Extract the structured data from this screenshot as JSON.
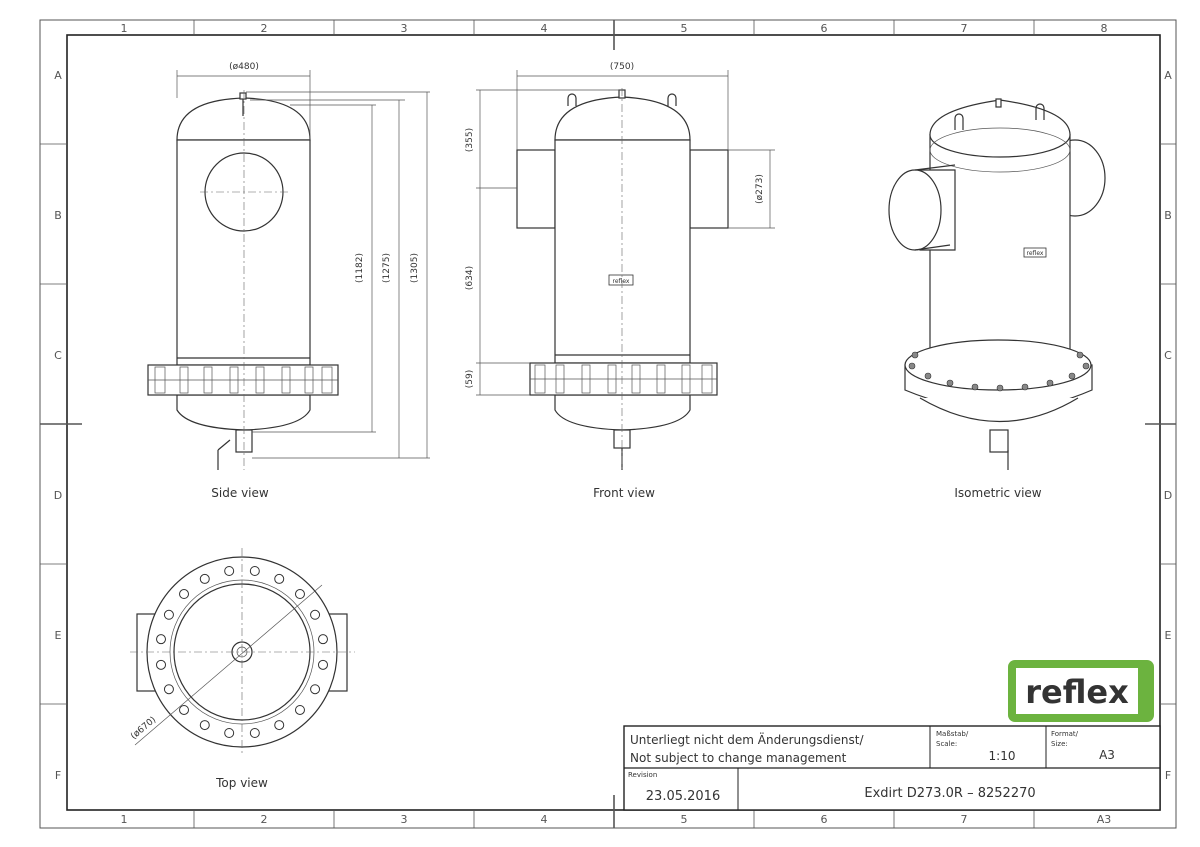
{
  "grid": {
    "columns": [
      "1",
      "2",
      "3",
      "4",
      "5",
      "6",
      "7",
      "8"
    ],
    "bottom_columns": [
      "1",
      "2",
      "3",
      "4",
      "5",
      "6",
      "7",
      "A3"
    ],
    "rows": [
      "A",
      "B",
      "C",
      "D",
      "E",
      "F"
    ]
  },
  "views": {
    "side": {
      "label": "Side view",
      "dims": {
        "diameter": "(ø480)",
        "h1": "(1182)",
        "h2": "(1275)",
        "h3": "(1305)"
      }
    },
    "front": {
      "label": "Front view",
      "dims": {
        "width": "(750)",
        "top": "(355)",
        "mid": "(634)",
        "flange": "(59)",
        "nozzle": "(ø273)"
      },
      "badge": "reflex"
    },
    "isometric": {
      "label": "Isometric view",
      "badge": "reflex"
    },
    "top": {
      "label": "Top view",
      "dims": {
        "diameter": "(ø670)"
      }
    }
  },
  "logo": {
    "text": "reflex",
    "color": "#6cb33f"
  },
  "title_block": {
    "note_line1": "Unterliegt nicht dem Änderungsdienst/",
    "note_line2": "Not subject to change management",
    "scale_label1": "Maßstab/",
    "scale_label2": "Scale:",
    "scale_value": "1:10",
    "format_label1": "Format/",
    "format_label2": "Size:",
    "format_value": "A3",
    "revision_label": "Revision",
    "revision_date": "23.05.2016",
    "title": "Exdirt D273.0R – 8252270"
  }
}
